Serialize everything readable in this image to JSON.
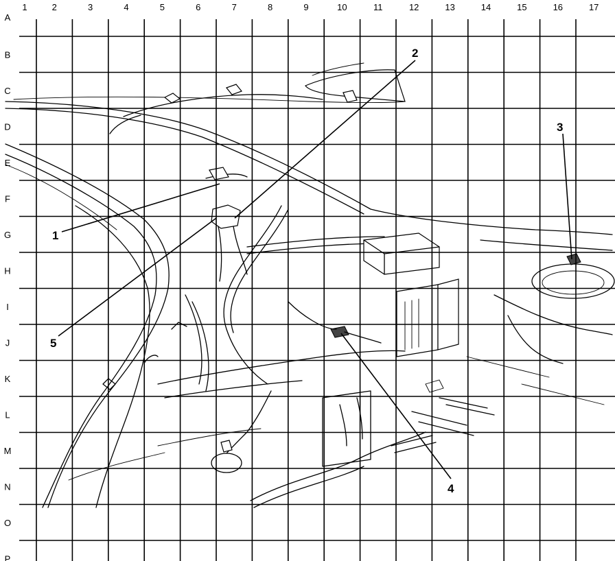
{
  "grid": {
    "columns": [
      "1",
      "2",
      "3",
      "4",
      "5",
      "6",
      "7",
      "8",
      "9",
      "10",
      "11",
      "12",
      "13",
      "14",
      "15",
      "16",
      "17"
    ],
    "rows": [
      "A",
      "B",
      "C",
      "D",
      "E",
      "F",
      "G",
      "H",
      "I",
      "J",
      "K",
      "L",
      "M",
      "N",
      "O",
      "P"
    ]
  },
  "callouts": [
    {
      "id": "1",
      "label": "1"
    },
    {
      "id": "2",
      "label": "2"
    },
    {
      "id": "3",
      "label": "3"
    },
    {
      "id": "4",
      "label": "4"
    },
    {
      "id": "5",
      "label": "5"
    }
  ]
}
